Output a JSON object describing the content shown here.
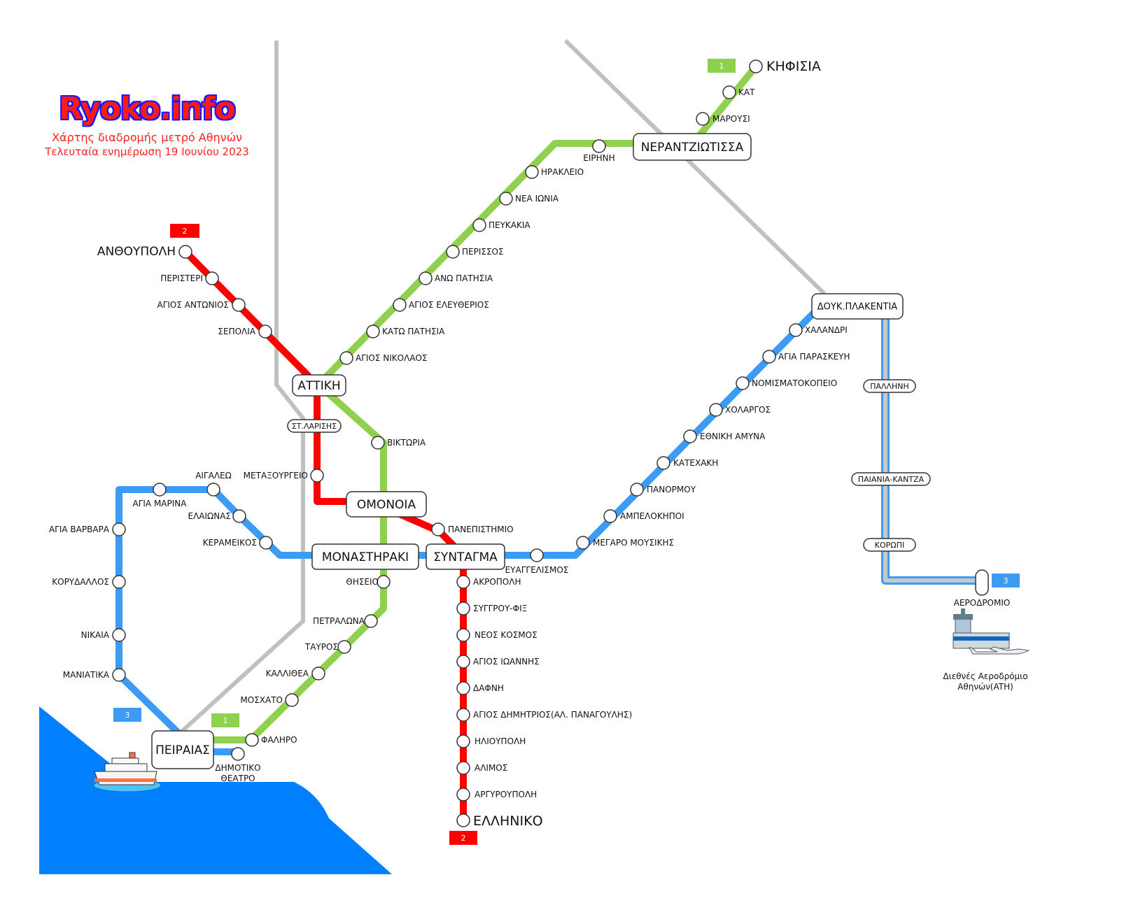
{
  "header": {
    "logo": "Ryoko.info",
    "subtitle": "Χάρτης διαδρομής μετρό Αθηνών",
    "updated": "Τελευταία ενημέρωση 19 Ιουνίου 2023"
  },
  "colors": {
    "line1": "#8fd14f",
    "line2": "#ff0000",
    "line3": "#3b9bf5",
    "rail": "#c0c0c0",
    "sea": "#0080ff"
  },
  "badges": {
    "line1": "1",
    "line2": "2",
    "line3": "3"
  },
  "stations": {
    "kifisia": "ΚΗΦΙΣΙΑ",
    "kat": "ΚΑΤ",
    "marousi": "ΜΑΡΟΥΣΙ",
    "nerantziotissa": "ΝΕΡΑΝΤΖΙΩΤΙΣΣΑ",
    "eirini": "ΕΙΡΗΝΗ",
    "irakleio": "ΗΡΑΚΛΕΙΟ",
    "nea_ionia": "ΝΕΑ ΙΩΝΙΑ",
    "pefkakia": "ΠΕΥΚΑΚΙΑ",
    "perissos": "ΠΕΡΙΣΣΟΣ",
    "ano_patisia": "ΑΝΩ ΠΑΤΗΣΙΑ",
    "ag_eleftherios": "ΑΓΙΟΣ ΕΛΕΥΘΕΡΙΟΣ",
    "kato_patisia": "ΚΑΤΩ ΠΑΤΗΣΙΑ",
    "ag_nikolaos": "ΑΓΙΟΣ ΝΙΚΟΛΑΟΣ",
    "attiki": "ΑΤΤΙΚΗ",
    "larissis": "ΣΤ.ΛΑΡΙΣΗΣ",
    "viktoria": "ΒΙΚΤΩΡΙΑ",
    "omonoia": "ΟΜΟΝΟΙΑ",
    "monastiraki": "ΜΟΝΑΣΤΗΡΑΚΙ",
    "thiseio": "ΘΗΣΕΙΟ",
    "petralona": "ΠΕΤΡΑΛΩΝΑ",
    "tavros": "ΤΑΥΡΟΣ",
    "kallithea": "ΚΑΛΛΙΘΕΑ",
    "moschato": "ΜΟΣΧΑΤΟ",
    "faliro": "ΦΑΛΗΡΟ",
    "peiraias": "ΠΕΙΡΑΙΑΣ",
    "dimotiko_theatro": "ΔΗΜΟΤΙΚΟ ΘΕΑΤΡΟ",
    "anthoupoli": "ΑΝΘΟΥΠΟΛΗ",
    "peristeri": "ΠΕΡΙΣΤΕΡΙ",
    "ag_antonios": "ΑΓΙΟΣ ΑΝΤΩΝΙΟΣ",
    "sepolia": "ΣΕΠΟΛΙΑ",
    "metaxourgeio": "ΜΕΤΑΞΟΥΡΓΕΙΟ",
    "panepistimio": "ΠΑΝΕΠΙΣΤΗΜΙΟ",
    "syntagma": "ΣΥΝΤΑΓΜΑ",
    "akropoli": "ΑΚΡΟΠΟΛΗ",
    "syngrou_fix": "ΣΥΓΓΡΟΥ-ΦΙΞ",
    "neos_kosmos": "ΝΕΟΣ ΚΟΣΜΟΣ",
    "ag_ioannis": "ΑΓΙΟΣ ΙΩΑΝΝΗΣ",
    "dafni": "ΔΑΦΝΗ",
    "ag_dimitrios": "ΑΓΙΟΣ ΔΗΜΗΤΡΙΟΣ(ΑΛ. ΠΑΝΑΓΟΥΛΗΣ)",
    "ilioupoli": "ΗΛΙΟΥΠΟΛΗ",
    "alimos": "ΑΛΙΜΟΣ",
    "argyroupoli": "ΑΡΓΥΡΟΥΠΟΛΗ",
    "elliniko": "ΕΛΛΗΝΙΚΟ",
    "aigaleo": "ΑΙΓΑΛΕΩ",
    "agia_marina": "ΑΓΙΑ ΜΑΡΙΝΑ",
    "eleonas": "ΕΛΑΙΩΝΑΣ",
    "kerameikos": "ΚΕΡΑΜΕΙΚΟΣ",
    "agia_varvara": "ΑΓΙΑ ΒΑΡΒΑΡΑ",
    "korydallos": "ΚΟΡΥΔΑΛΛΟΣ",
    "nikaia": "ΝΙΚΑΙΑ",
    "maniatika": "ΜΑΝΙΑΤΙΚΑ",
    "evangelismos": "ΕΥΑΓΓΕΛΙΣΜΟΣ",
    "megaro": "ΜΕΓΑΡΟ ΜΟΥΣΙΚΗΣ",
    "ampelokipoi": "ΑΜΠΕΛΟΚΗΠΟΙ",
    "panormou": "ΠΑΝΟΡΜΟΥ",
    "katechaki": "ΚΑΤΕΧΑΚΗ",
    "ethniki_amyna": "ΕΘΝΙΚΗ ΑΜΥΝΑ",
    "cholargos": "ΧΟΛΑΡΓΟΣ",
    "nomismatokopeio": "ΝΟΜΙΣΜΑΤΟΚΟΠΕΙΟ",
    "agia_paraskevi": "ΑΓΙΑ ΠΑΡΑΣΚΕΥΗ",
    "chalandri": "ΧΑΛΑΝΔΡΙ",
    "plakentias": "ΔΟΥΚ.ΠΛΑΚΕΝΤΙΑ",
    "pallini": "ΠΑΛΛΗΝΗ",
    "paiania": "ΠΑΙΑΝΙΑ-ΚΑΝΤΖΑ",
    "koropi": "ΚΟΡΩΠΙ",
    "aerodromio": "ΑΕΡΟΔΡΟΜΙΟ"
  },
  "airport": {
    "line1": "Διεθνές Αεροδρόμιο",
    "line2": "Αθηνών(ATH)"
  }
}
